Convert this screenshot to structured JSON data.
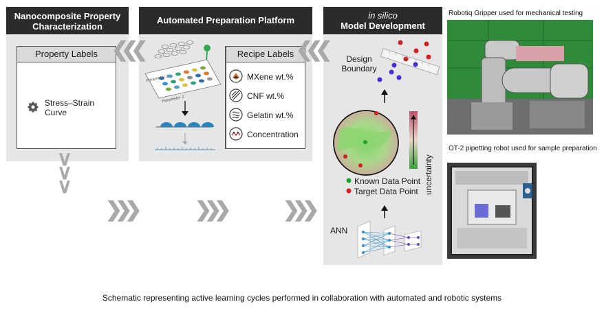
{
  "panels": {
    "characterization": {
      "title": "Nanocomposite Property Characterization",
      "box_title": "Property Labels",
      "item": "Stress–Strain Curve"
    },
    "preparation": {
      "title": "Automated Preparation Platform",
      "plate_axis_1": "Parameter 1",
      "plate_axis_2": "Parameter 2",
      "box_title": "Recipe Labels",
      "recipes": [
        "MXene wt.%",
        "CNF wt.%",
        "Gelatin wt.%",
        "Concentration"
      ]
    },
    "model": {
      "title_italic": "in silico",
      "title": "Model Development",
      "design_boundary": "Design Boundary",
      "uncertainty": "uncertainty",
      "legend_known": "Known Data Point",
      "legend_target": "Target Data Point",
      "ann": "ANN"
    }
  },
  "photos": {
    "gripper_caption": "Robotiq  Gripper used  for mechanical testing",
    "ot2_caption": "OT-2 pipetting robot  used for sample preparation"
  },
  "caption": "Schematic representing active learning cycles performed in collaboration with automated and robotic systems",
  "colors": {
    "panel_bg": "#e6e6e6",
    "banner_bg": "#2b2b2b",
    "known_point": "#1aa531",
    "target_point": "#d21f1f",
    "design_point": "#4a2bd6",
    "chevron": "#a9a9a9"
  }
}
